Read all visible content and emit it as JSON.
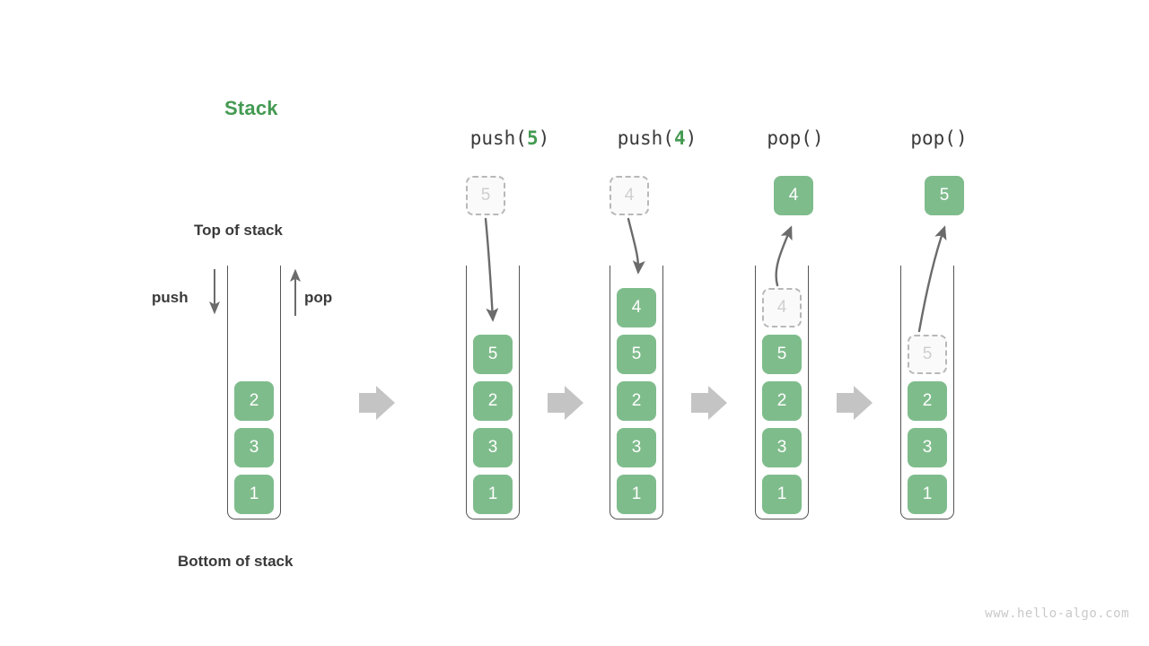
{
  "diagram": {
    "title": "Stack",
    "title_color": "#449A52",
    "accent_green": "#7FBC8C",
    "ghost_gray": "#b8b8b8",
    "flow_arrow_color": "#c4c4c4",
    "labels": {
      "top_of_stack": "Top of stack",
      "bottom_of_stack": "Bottom of stack",
      "push": "push",
      "pop": "pop"
    },
    "watermark": "www.hello-algo.com"
  },
  "columns": [
    {
      "id": "initial",
      "header": null,
      "header_prefix": null,
      "header_arg": null,
      "header_suffix": null,
      "floating": null,
      "cells": [
        "2",
        "3",
        "1"
      ]
    },
    {
      "id": "push-5",
      "header": "push(5)",
      "header_prefix": "push(",
      "header_arg": "5",
      "header_suffix": ")",
      "floating": {
        "value": "5",
        "kind": "ghost"
      },
      "cells": [
        "5",
        "2",
        "3",
        "1"
      ]
    },
    {
      "id": "push-4",
      "header": "push(4)",
      "header_prefix": "push(",
      "header_arg": "4",
      "header_suffix": ")",
      "floating": {
        "value": "4",
        "kind": "ghost"
      },
      "cells": [
        "4",
        "5",
        "2",
        "3",
        "1"
      ]
    },
    {
      "id": "pop-1",
      "header": "pop()",
      "header_prefix": "pop(",
      "header_arg": "",
      "header_suffix": ")",
      "floating": {
        "value": "4",
        "kind": "solid"
      },
      "cells": [
        "4-ghost",
        "5",
        "2",
        "3",
        "1"
      ]
    },
    {
      "id": "pop-2",
      "header": "pop()",
      "header_prefix": "pop(",
      "header_arg": "",
      "header_suffix": ")",
      "floating": {
        "value": "5",
        "kind": "solid"
      },
      "cells": [
        "empty",
        "5-ghost",
        "2",
        "3",
        "1"
      ]
    }
  ],
  "cell_values": {
    "c1_0": "2",
    "c1_1": "3",
    "c1_2": "1",
    "c2_0": "5",
    "c2_1": "2",
    "c2_2": "3",
    "c2_3": "1",
    "c3_0": "4",
    "c3_1": "5",
    "c3_2": "2",
    "c3_3": "3",
    "c3_4": "1",
    "c4_0": "4",
    "c4_1": "5",
    "c4_2": "2",
    "c4_3": "3",
    "c4_4": "1",
    "c5_0": "",
    "c5_1": "5",
    "c5_2": "2",
    "c5_3": "3",
    "c5_4": "1"
  },
  "floating": {
    "f2": "5",
    "f3": "4",
    "f4": "4",
    "f5": "5"
  },
  "headers": {
    "h2_prefix": "push(",
    "h2_arg": "5",
    "h2_suffix": ")",
    "h3_prefix": "push(",
    "h3_arg": "4",
    "h3_suffix": ")",
    "h4_prefix": "pop(",
    "h4_arg": "",
    "h4_suffix": ")",
    "h5_prefix": "pop(",
    "h5_arg": "",
    "h5_suffix": ")"
  }
}
